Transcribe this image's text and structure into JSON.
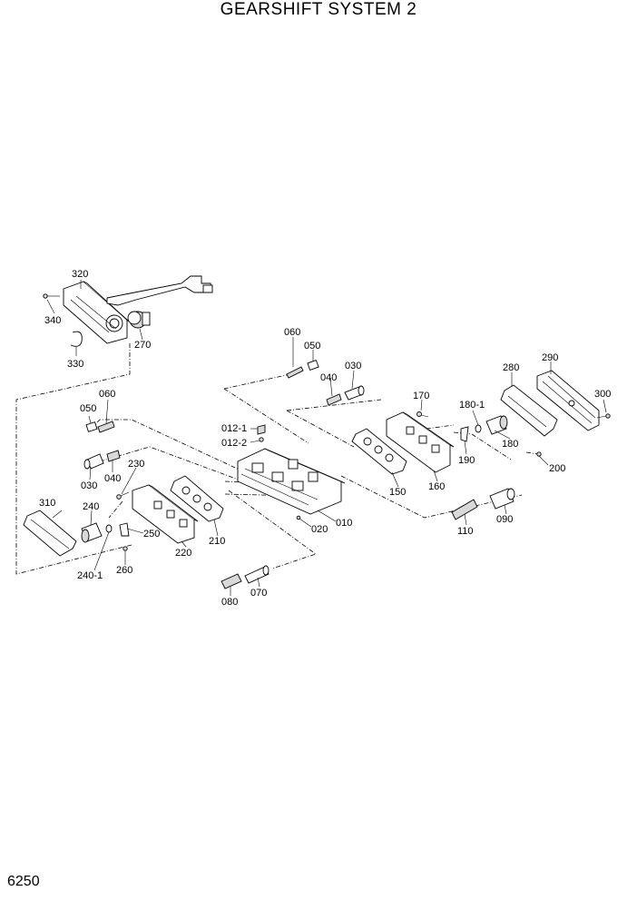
{
  "title": "GEARSHIFT SYSTEM 2",
  "page_number": "6250",
  "labels": {
    "p320": "320",
    "p340": "340",
    "p330": "330",
    "p270": "270",
    "p060a": "060",
    "p050a": "050",
    "p030a": "030",
    "p040a": "040",
    "p290": "290",
    "p280": "280",
    "p300": "300",
    "p170": "170",
    "p1801": "180-1",
    "p180": "180",
    "p190": "190",
    "p200": "200",
    "p0121": "012-1",
    "p0122": "012-2",
    "p050b": "050",
    "p060b": "060",
    "p030b": "030",
    "p040b": "040",
    "p230": "230",
    "p150": "150",
    "p160": "160",
    "p240": "240",
    "p310": "310",
    "p250": "250",
    "p2401": "240-1",
    "p260": "260",
    "p220": "220",
    "p210": "210",
    "p010": "010",
    "p020": "020",
    "p110": "110",
    "p090": "090",
    "p080": "080",
    "p070": "070"
  }
}
